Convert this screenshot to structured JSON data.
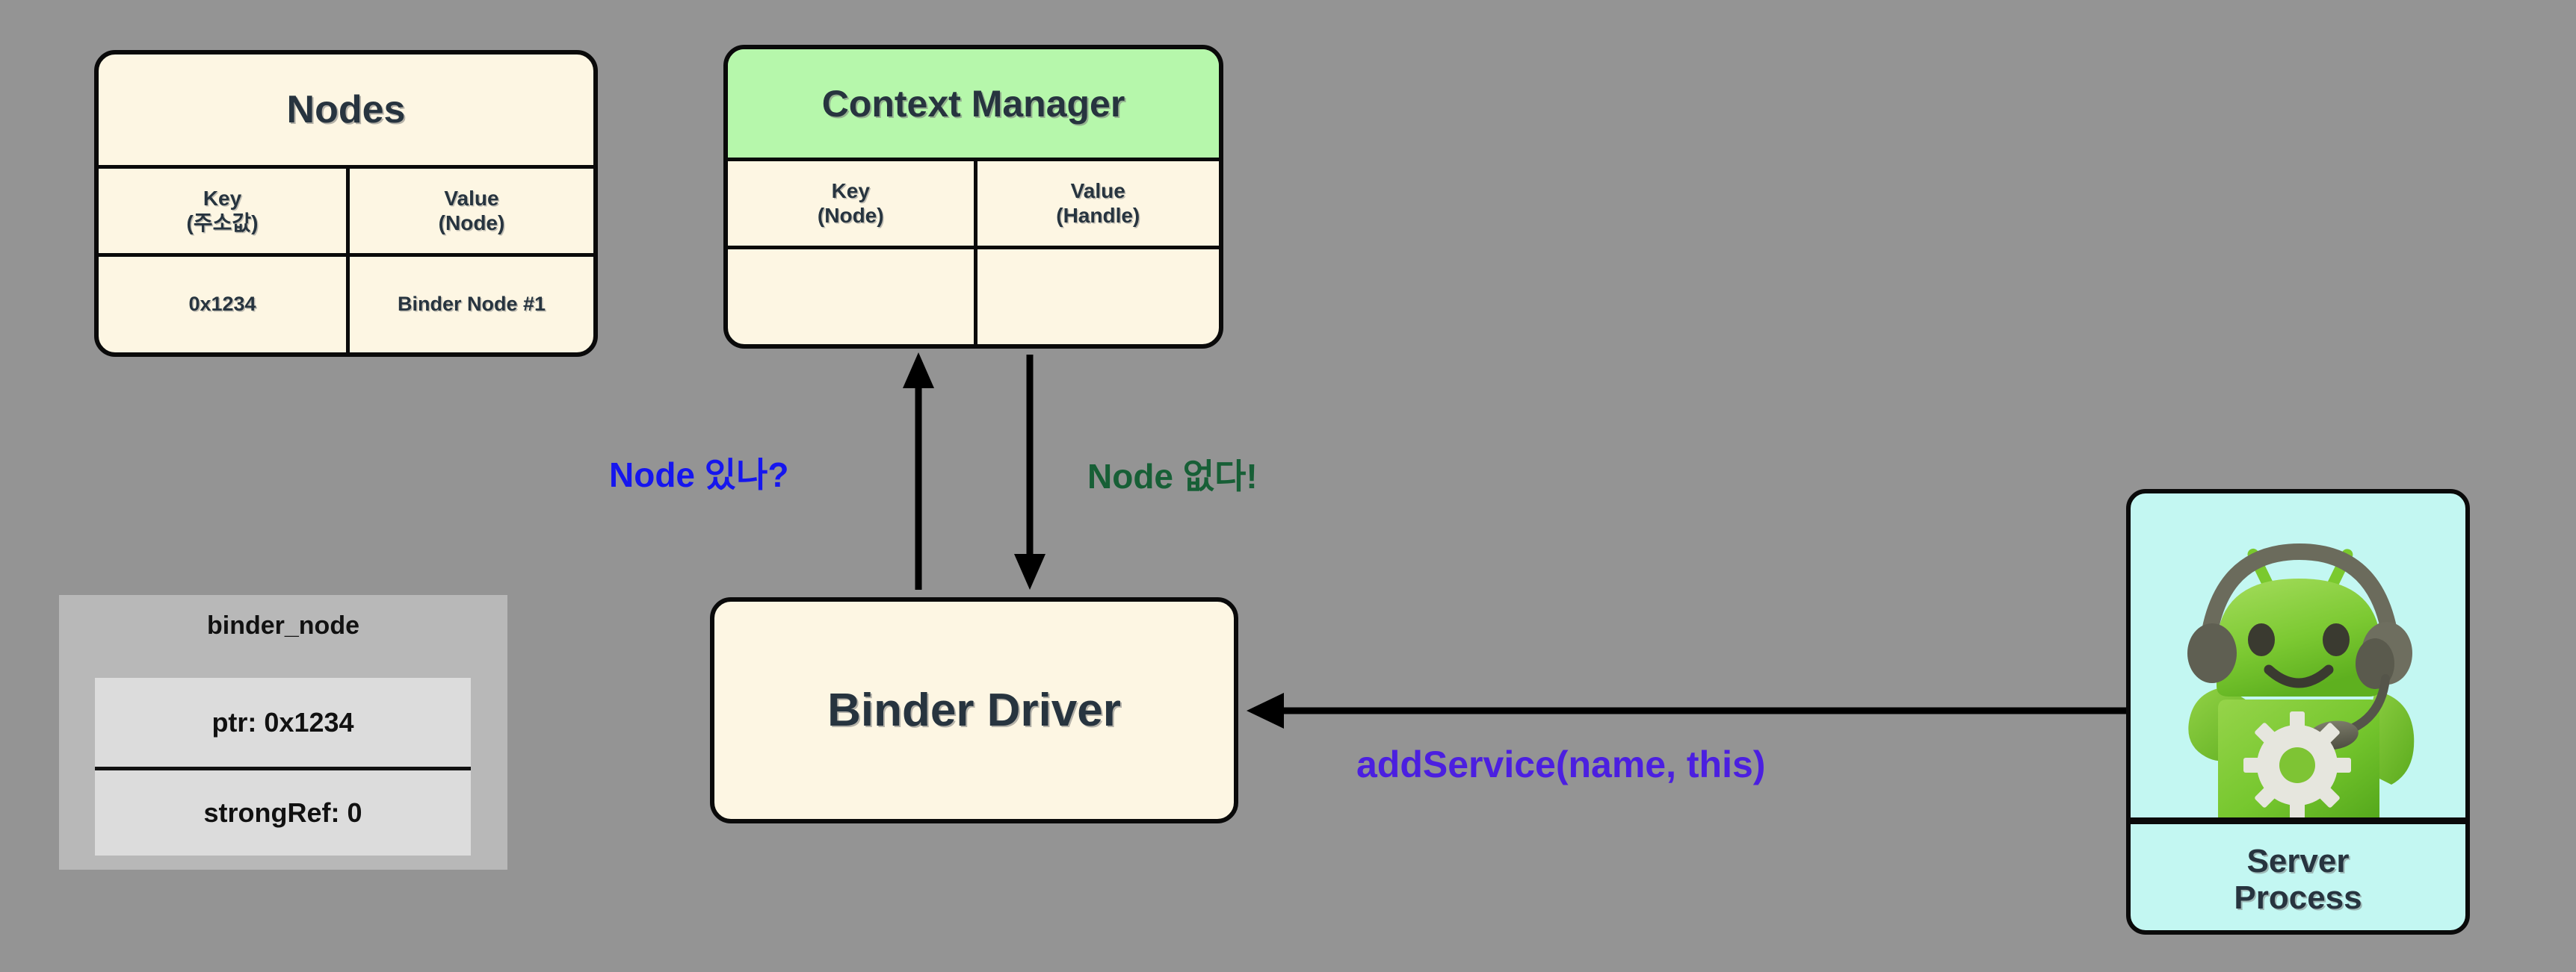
{
  "diagram": {
    "background_color": "#949494",
    "title_text_color": "#27343f"
  },
  "nodes_table": {
    "title": "Nodes",
    "title_bg": "#fdf6e3",
    "columns": [
      "Key\n(주소값)",
      "Value\n(Node)"
    ],
    "header": {
      "key_line1": "Key",
      "key_line2": "(주소값)",
      "value_line1": "Value",
      "value_line2": "(Node)"
    },
    "rows": [
      {
        "key": "0x1234",
        "value": "Binder Node #1"
      }
    ]
  },
  "context_manager_table": {
    "title": "Context Manager",
    "title_bg": "#b6f7ab",
    "header": {
      "key_line1": "Key",
      "key_line2": "(Node)",
      "value_line1": "Value",
      "value_line2": "(Handle)"
    },
    "rows": [
      {
        "key": "",
        "value": ""
      }
    ]
  },
  "binder_driver": {
    "label": "Binder Driver"
  },
  "binder_node_struct": {
    "title": "binder_node",
    "fields": [
      {
        "label": "ptr: 0x1234"
      },
      {
        "label": "strongRef: 0"
      }
    ]
  },
  "server_process": {
    "label_line1": "Server",
    "label_line2": "Process",
    "bg_color": "#c3f7f2",
    "art": "android-robot-with-headset-icon"
  },
  "connections": [
    {
      "id": "node-query",
      "label": "Node 있나?",
      "color": "#1616ee",
      "direction": "binder-driver-to-context-manager"
    },
    {
      "id": "node-absent",
      "label": "Node 없다!",
      "color": "#175f36",
      "direction": "context-manager-to-binder-driver"
    },
    {
      "id": "add-service",
      "label": "addService(name, this)",
      "color": "#4b1fe0",
      "direction": "server-process-to-binder-driver"
    }
  ]
}
